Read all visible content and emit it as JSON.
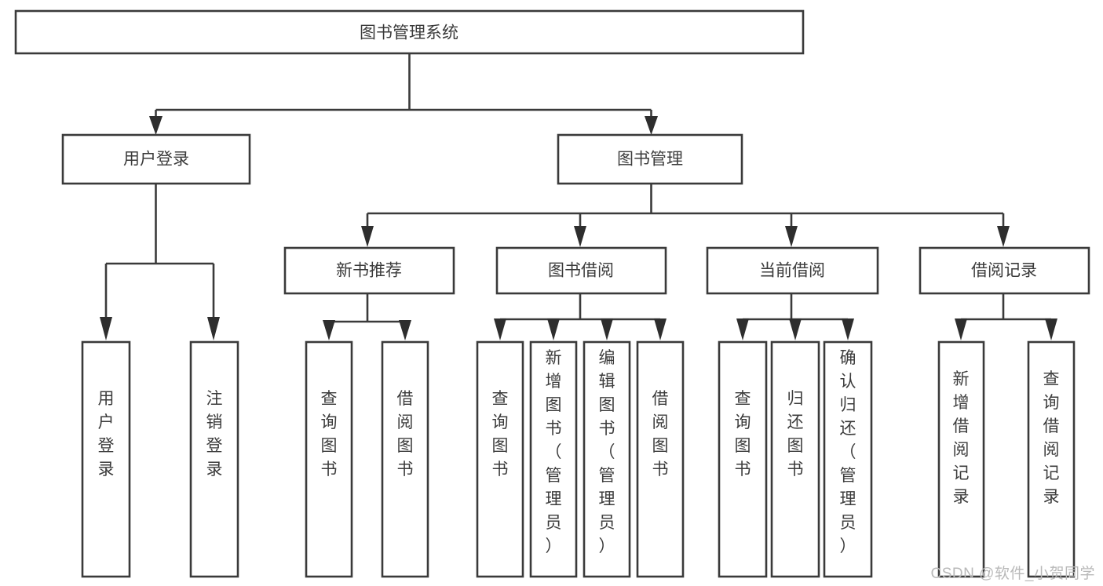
{
  "diagram": {
    "type": "tree-hierarchy-chart",
    "title": "图书管理系统",
    "orientation": "top-down",
    "box_fill": "#ffffff",
    "box_stroke": "#3a3a3a",
    "text_color": "#3b3b3b",
    "nodes": {
      "root": {
        "label": "图书管理系统",
        "level": 0,
        "text_orientation": "horizontal"
      },
      "level1": [
        {
          "id": "user-login",
          "label": "用户登录",
          "text_orientation": "horizontal"
        },
        {
          "id": "book-management",
          "label": "图书管理",
          "text_orientation": "horizontal"
        }
      ],
      "level2": [
        {
          "id": "new-book-recommend",
          "label": "新书推荐",
          "parent": "book-management",
          "text_orientation": "horizontal"
        },
        {
          "id": "book-borrow",
          "label": "图书借阅",
          "parent": "book-management",
          "text_orientation": "horizontal"
        },
        {
          "id": "current-borrow",
          "label": "当前借阅",
          "parent": "book-management",
          "text_orientation": "horizontal"
        },
        {
          "id": "borrow-record",
          "label": "借阅记录",
          "parent": "book-management",
          "text_orientation": "horizontal"
        }
      ],
      "leaves": [
        {
          "id": "leaf-user-login",
          "label": "用户登录",
          "parent": "user-login",
          "lines": [
            "用",
            "户",
            "登",
            "录"
          ]
        },
        {
          "id": "leaf-logout-login",
          "label": "注销登录",
          "parent": "user-login",
          "lines": [
            "注",
            "销",
            "登",
            "录"
          ]
        },
        {
          "id": "leaf-query-book-1",
          "label": "查询图书",
          "parent": "new-book-recommend",
          "lines": [
            "查",
            "询",
            "图",
            "书"
          ]
        },
        {
          "id": "leaf-borrow-book-1",
          "label": "借阅图书",
          "parent": "new-book-recommend",
          "lines": [
            "借",
            "阅",
            "图",
            "书"
          ]
        },
        {
          "id": "leaf-query-book-2",
          "label": "查询图书",
          "parent": "book-borrow",
          "lines": [
            "查",
            "询",
            "图",
            "书"
          ]
        },
        {
          "id": "leaf-add-book-admin",
          "label": "新增图书（管理员）",
          "parent": "book-borrow",
          "lines": [
            "新",
            "增",
            "图",
            "书",
            "（",
            "管",
            "理",
            "员",
            "）"
          ]
        },
        {
          "id": "leaf-edit-book-admin",
          "label": "编辑图书（管理员）",
          "parent": "book-borrow",
          "lines": [
            "编",
            "辑",
            "图",
            "书",
            "（",
            "管",
            "理",
            "员",
            "）"
          ]
        },
        {
          "id": "leaf-borrow-book-2",
          "label": "借阅图书",
          "parent": "book-borrow",
          "lines": [
            "借",
            "阅",
            "图",
            "书"
          ]
        },
        {
          "id": "leaf-query-book-3",
          "label": "查询图书",
          "parent": "current-borrow",
          "lines": [
            "查",
            "询",
            "图",
            "书"
          ]
        },
        {
          "id": "leaf-return-book",
          "label": "归还图书",
          "parent": "current-borrow",
          "lines": [
            "归",
            "还",
            "图",
            "书"
          ]
        },
        {
          "id": "leaf-confirm-return-admin",
          "label": "确认归还（管理员）",
          "parent": "current-borrow",
          "lines": [
            "确",
            "认",
            "归",
            "还",
            "（",
            "管",
            "理",
            "员",
            "）"
          ]
        },
        {
          "id": "leaf-add-borrow-record",
          "label": "新增借阅记录",
          "parent": "borrow-record",
          "lines": [
            "新",
            "增",
            "借",
            "阅",
            "记",
            "录"
          ]
        },
        {
          "id": "leaf-query-borrow-record",
          "label": "查询借阅记录",
          "parent": "borrow-record",
          "lines": [
            "查",
            "询",
            "借",
            "阅",
            "记",
            "录"
          ]
        }
      ]
    }
  },
  "watermark": {
    "text": "CSDN @软件_小贺同学"
  }
}
